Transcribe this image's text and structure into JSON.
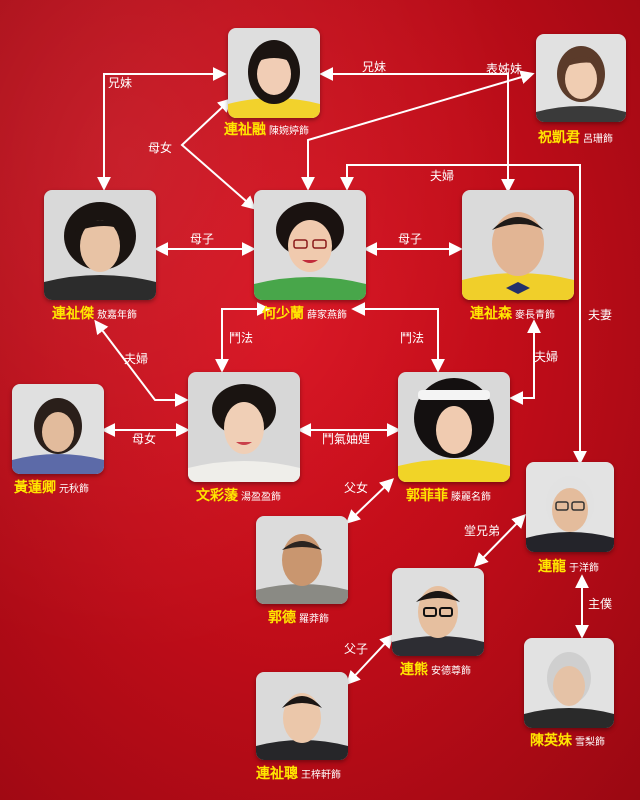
{
  "colors": {
    "background": "#c20d19",
    "name_text": "#ffe600",
    "actor_text": "#ffffff",
    "arrow": "#ffffff"
  },
  "characters": {
    "lian_shirong": {
      "name": "連祉融",
      "actor": "陳婉婷飾"
    },
    "zhu_kaijun": {
      "name": "祝凱君",
      "actor": "呂珊飾"
    },
    "lian_shijie": {
      "name": "連祉傑",
      "actor": "敖嘉年飾"
    },
    "he_shaolan": {
      "name": "何少蘭",
      "actor": "薛家燕飾"
    },
    "lian_shisen": {
      "name": "連祉森",
      "actor": "麥長青飾"
    },
    "huang_lianqing": {
      "name": "黃蓮卿",
      "actor": "元秋飾"
    },
    "wen_caiyan": {
      "name": "文彩蔆",
      "actor": "湯盈盈飾"
    },
    "guo_feifei": {
      "name": "郭菲菲",
      "actor": "滕麗名飾"
    },
    "lian_long": {
      "name": "連龍",
      "actor": "于洋飾"
    },
    "guo_de": {
      "name": "郭德",
      "actor": "羅莽飾"
    },
    "lian_xiong": {
      "name": "連熊",
      "actor": "安德尊飾"
    },
    "chen_yingmei": {
      "name": "陳英妹",
      "actor": "雪梨飾"
    },
    "lian_shicong": {
      "name": "連祉聰",
      "actor": "王梓軒飾"
    }
  },
  "relations": {
    "jie_rong_siblings": "兄妹",
    "rong_sen_siblings": "兄妹",
    "kaijun_shaolan_cousins": "表姊妹",
    "shaolan_rong_mother_daughter": "母女",
    "long_shaolan_couple": "夫婦",
    "shaolan_jie_mother_son": "母子",
    "shaolan_sen_mother_son": "母子",
    "long_shaolan_spouse": "夫妻",
    "shaolan_caiyan_rivalry": "鬥法",
    "shaolan_feifei_rivalry": "鬥法",
    "jie_caiyan_couple": "夫婦",
    "sen_feifei_couple": "夫婦",
    "lianqing_caiyan_mother_daughter": "母女",
    "caiyan_feifei_sisters_in_law": "鬥氣妯娌",
    "de_feifei_father_daughter": "父女",
    "xiong_long_cousins": "堂兄弟",
    "long_yingmei_master_servant": "主僕",
    "xiong_cong_father_son": "父子"
  }
}
